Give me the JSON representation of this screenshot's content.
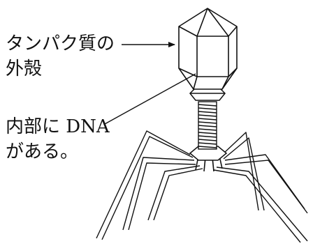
{
  "labels": {
    "capsid_line1": "タンパク質の",
    "capsid_line2": "外殻",
    "dna_line1": "内部に DNA",
    "dna_line2": "がある。"
  },
  "colors": {
    "stroke": "#111111",
    "fill": "#ffffff"
  }
}
